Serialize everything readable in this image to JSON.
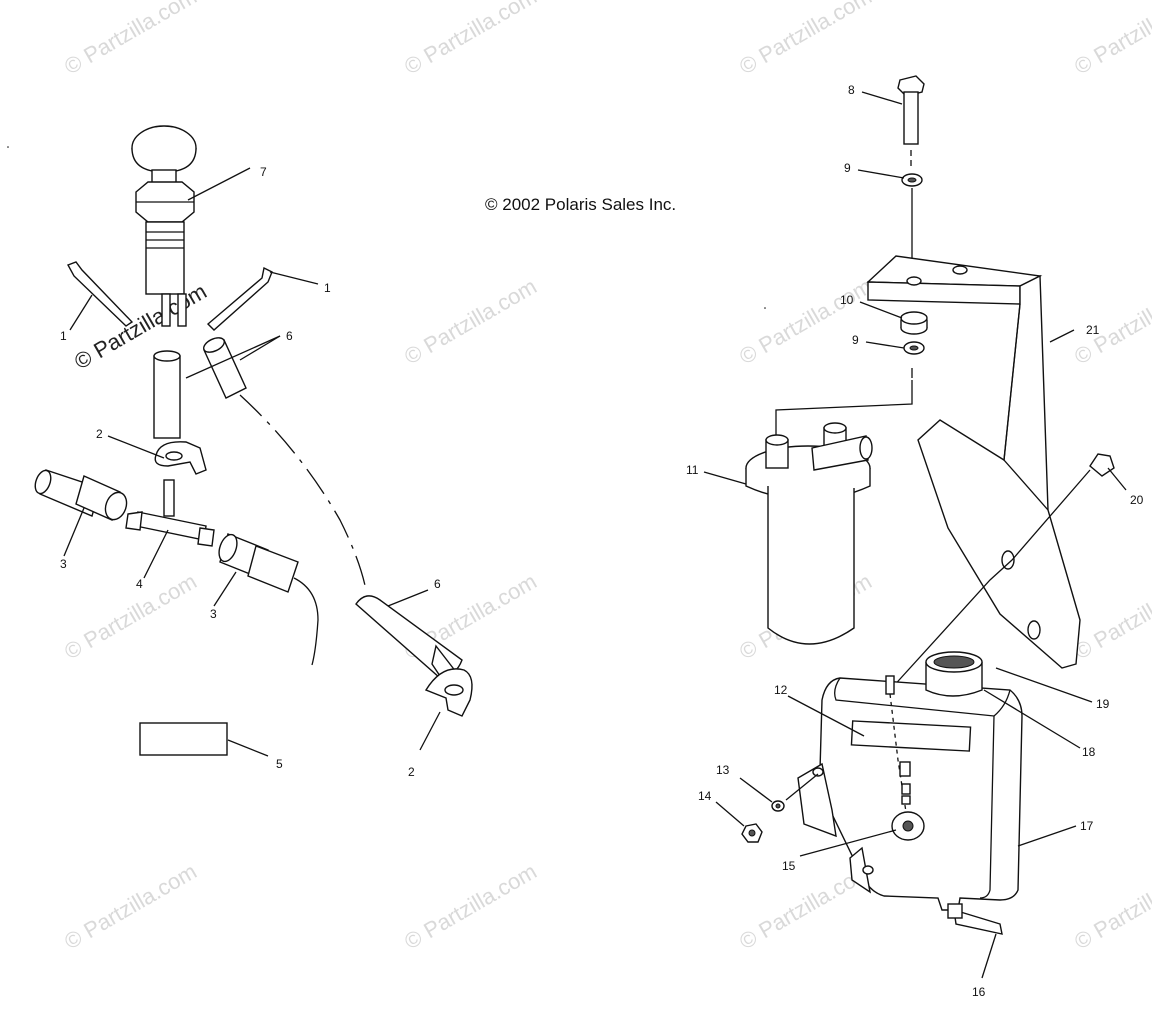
{
  "copyright": "© 2002 Polaris Sales Inc.",
  "watermark": "© Partzilla.com",
  "callouts": {
    "c1a": "1",
    "c1b": "1",
    "c2a": "2",
    "c2b": "2",
    "c3a": "3",
    "c3b": "3",
    "c4": "4",
    "c5": "5",
    "c6a": "6",
    "c6b": "6",
    "c7": "7",
    "c8": "8",
    "c9a": "9",
    "c9b": "9",
    "c10": "10",
    "c11": "11",
    "c12": "12",
    "c13": "13",
    "c14": "14",
    "c15": "15",
    "c16": "16",
    "c17": "17",
    "c18": "18",
    "c19": "19",
    "c20": "20",
    "c21": "21"
  }
}
